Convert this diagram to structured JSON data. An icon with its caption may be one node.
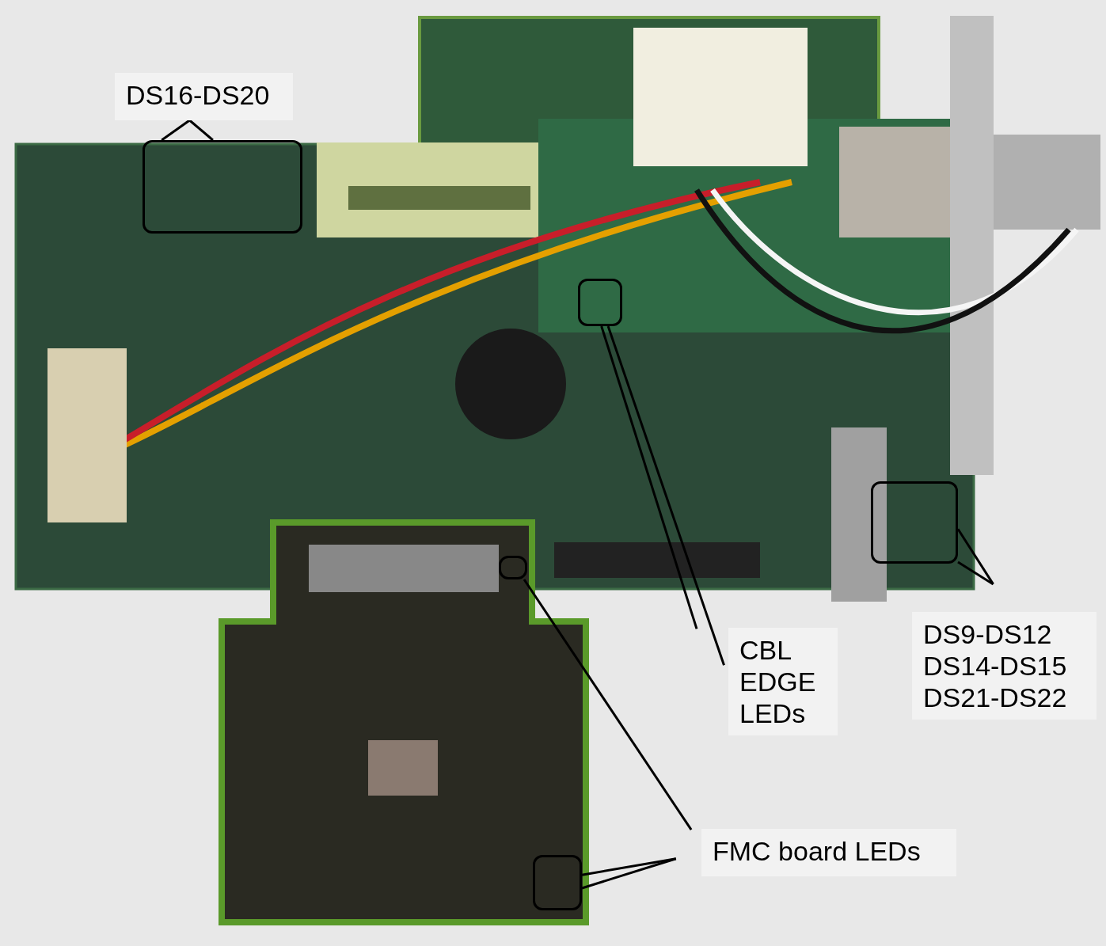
{
  "diagram": {
    "nodes": [
      {
        "text": [
          "DS16-DS20"
        ]
      },
      {
        "text": [],
        "shape": "box"
      },
      {
        "text": [],
        "shape": "box"
      },
      {
        "text": [
          "CBL EDGE LEDs"
        ]
      },
      {
        "text": [],
        "shape": "box"
      },
      {
        "text": [
          "DS9-DS12 DS14-DS15 DS21-DS22"
        ]
      },
      {
        "text": [],
        "shape": "box"
      },
      {
        "text": [],
        "shape": "box"
      },
      {
        "text": [
          "FMC board LEDs"
        ]
      }
    ],
    "edges": [
      {
        "from": 0,
        "to": 1,
        "arrow": "none"
      },
      {
        "from": 3,
        "to": 2,
        "arrow": "none"
      },
      {
        "from": 3,
        "to": 2,
        "arrow": "none"
      },
      {
        "from": 5,
        "to": 4,
        "arrow": "none"
      },
      {
        "from": 5,
        "to": 4,
        "arrow": "none"
      },
      {
        "from": 8,
        "to": 6,
        "arrow": "none"
      },
      {
        "from": 8,
        "to": 7,
        "arrow": "none"
      },
      {
        "from": 8,
        "to": 7,
        "arrow": "none"
      }
    ]
  }
}
